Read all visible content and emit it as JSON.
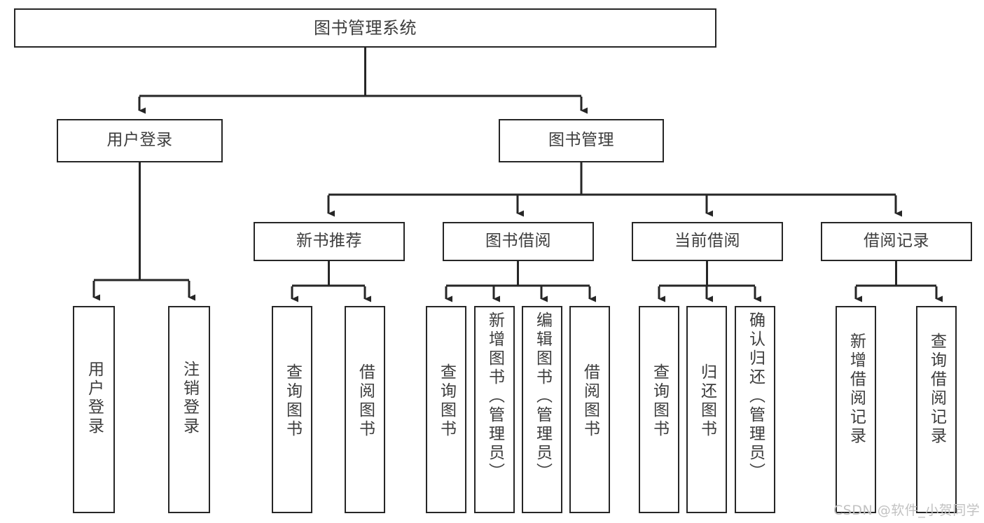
{
  "diagram": {
    "type": "tree-hierarchy",
    "root": {
      "id": "root",
      "label": "图书管理系统"
    },
    "level2": [
      {
        "id": "user-login",
        "label": "用户登录"
      },
      {
        "id": "book-manage",
        "label": "图书管理"
      }
    ],
    "level3": [
      {
        "id": "new-book-recommend",
        "label": "新书推荐"
      },
      {
        "id": "book-borrow",
        "label": "图书借阅"
      },
      {
        "id": "current-borrow",
        "label": "当前借阅"
      },
      {
        "id": "borrow-record",
        "label": "借阅记录"
      }
    ],
    "leaves": {
      "user_login": [
        {
          "id": "leaf-user-login",
          "label": "用户登录"
        },
        {
          "id": "leaf-logout-login",
          "label": "注销登录"
        }
      ],
      "new_book_recommend": [
        {
          "id": "leaf-query-book-1",
          "label": "查询图书"
        },
        {
          "id": "leaf-borrow-book-1",
          "label": "借阅图书"
        }
      ],
      "book_borrow": [
        {
          "id": "leaf-query-book-2",
          "label": "查询图书"
        },
        {
          "id": "leaf-add-book",
          "label": "新增图书（管理员）"
        },
        {
          "id": "leaf-edit-book",
          "label": "编辑图书（管理员）"
        },
        {
          "id": "leaf-borrow-book-2",
          "label": "借阅图书"
        }
      ],
      "current_borrow": [
        {
          "id": "leaf-query-book-3",
          "label": "查询图书"
        },
        {
          "id": "leaf-return-book",
          "label": "归还图书"
        },
        {
          "id": "leaf-confirm-return",
          "label": "确认归还（管理员）"
        }
      ],
      "borrow_record": [
        {
          "id": "leaf-add-record",
          "label": "新增借阅记录"
        },
        {
          "id": "leaf-query-record",
          "label": "查询借阅记录"
        }
      ]
    }
  },
  "watermark": {
    "text": "CSDN @软件_小贺同学"
  },
  "colors": {
    "box_border": "#262626",
    "text": "#3d3d3d",
    "background": "#ffffff",
    "watermark": "#c2c2c2"
  }
}
